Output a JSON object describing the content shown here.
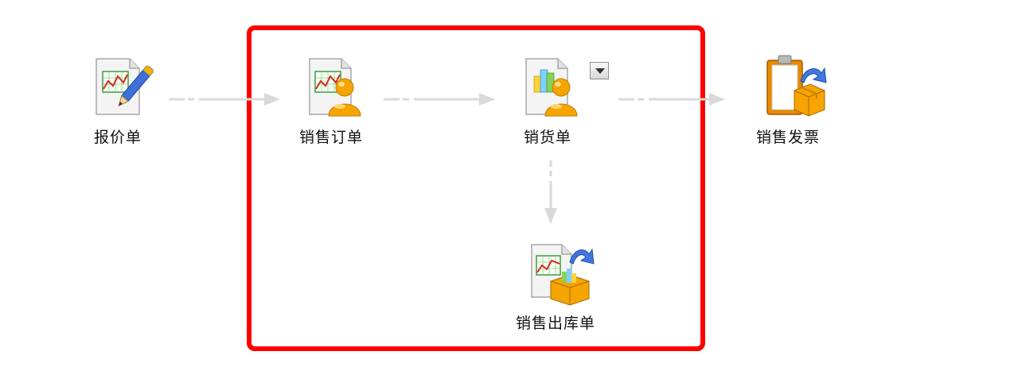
{
  "flow": {
    "nodes": [
      {
        "id": "quote",
        "label": "报价单",
        "icon": "quote-document-icon"
      },
      {
        "id": "sales-order",
        "label": "销售订单",
        "icon": "sales-order-icon"
      },
      {
        "id": "delivery",
        "label": "销货单",
        "icon": "delivery-note-icon"
      },
      {
        "id": "invoice",
        "label": "销售发票",
        "icon": "sales-invoice-icon"
      },
      {
        "id": "outbound",
        "label": "销售出库单",
        "icon": "outbound-stock-icon"
      }
    ],
    "delivery_dropdown_icon": "dropdown-arrow-icon",
    "highlight_color": "#ff0000"
  }
}
